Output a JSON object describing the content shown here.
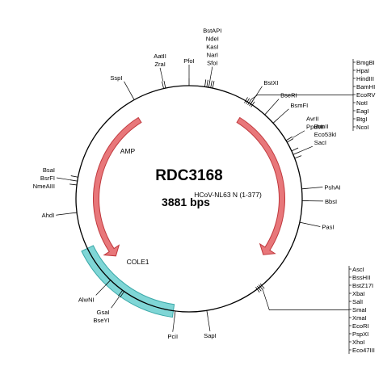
{
  "plasmid": {
    "name": "RDC3168",
    "size_label": "3881 bps",
    "total_bp": 3881
  },
  "colors": {
    "amp_fill": "#e8777a",
    "amp_stroke": "#c0393e",
    "insert_fill": "#e8777a",
    "ori_fill": "#7fd6d6",
    "ori_stroke": "#3aa8a8",
    "backbone": "#000000"
  },
  "features": [
    {
      "id": "amp",
      "label": "AMP",
      "color": "amp",
      "start_angle": 328,
      "end_angle": 232
    },
    {
      "id": "insert",
      "label": "HCoV-NL63 N (1-377)",
      "color": "insert",
      "start_angle": 32,
      "end_angle": 127
    },
    {
      "id": "cole1",
      "label": "COLE1",
      "color": "ori",
      "start_angle": 244,
      "end_angle": 188
    }
  ],
  "sites": [
    {
      "label": "PfoI",
      "angle": 0
    },
    {
      "label": "BstAPI",
      "angle": 8
    },
    {
      "label": "NdeI",
      "angle": 9
    },
    {
      "label": "KasI",
      "angle": 10
    },
    {
      "label": "NarI",
      "angle": 11
    },
    {
      "label": "SfoI",
      "angle": 12
    },
    {
      "label": "BstXI",
      "angle": 33
    },
    {
      "label": "BseRI",
      "angle": 42
    },
    {
      "label": "BsmFI",
      "angle": 48
    },
    {
      "label": "AvrII",
      "angle": 59
    },
    {
      "label": "PpuMI",
      "angle": 60
    },
    {
      "label": "BanII",
      "angle": 65
    },
    {
      "label": "Eco53kI",
      "angle": 67
    },
    {
      "label": "SacI",
      "angle": 69
    },
    {
      "label": "PshAI",
      "angle": 85
    },
    {
      "label": "BbsI",
      "angle": 91
    },
    {
      "label": "PasI",
      "angle": 102
    },
    {
      "label": "SapI",
      "angle": 171
    },
    {
      "label": "PciI",
      "angle": 187
    },
    {
      "label": "GsaI",
      "angle": 215
    },
    {
      "label": "BseYI",
      "angle": 216
    },
    {
      "label": "AlwNI",
      "angle": 224
    },
    {
      "label": "AhdI",
      "angle": 263
    },
    {
      "label": "BsaI",
      "angle": 277
    },
    {
      "label": "BsrFI",
      "angle": 279
    },
    {
      "label": "NmeAIII",
      "angle": 281
    },
    {
      "label": "SspI",
      "angle": 331
    },
    {
      "label": "AatII",
      "angle": 347
    },
    {
      "label": "ZraI",
      "angle": 348
    }
  ],
  "clusters": [
    {
      "id": "cluster-top-right",
      "angles": [
        30,
        31,
        32,
        33,
        34
      ],
      "labels": [
        "BmgBI",
        "HpaI",
        "HindIII",
        "BamHI",
        "EcoRV",
        "NotI",
        "EagI",
        "BtgI",
        "NcoI"
      ]
    },
    {
      "id": "cluster-bottom-right",
      "angles": [
        140,
        141,
        142,
        143
      ],
      "labels": [
        "AscI",
        "BssHII",
        "BstZ17I",
        "XbaI",
        "SalI",
        "SmaI",
        "XmaI",
        "EcoRI",
        "PspXI",
        "XhoI",
        "Eco47III"
      ]
    }
  ]
}
